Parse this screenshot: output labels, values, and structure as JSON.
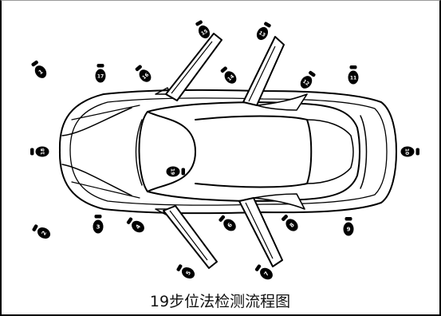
{
  "caption": "19步位法检测流程图",
  "diagram": {
    "subject": "car-top-view-with-open-doors",
    "steps": [
      {
        "label": "1"
      },
      {
        "label": "2"
      },
      {
        "label": "3"
      },
      {
        "label": "4"
      },
      {
        "label": "5"
      },
      {
        "label": "6"
      },
      {
        "label": "7"
      },
      {
        "label": "8"
      },
      {
        "label": "9"
      },
      {
        "label": "10"
      },
      {
        "label": "11"
      },
      {
        "label": "12"
      },
      {
        "label": "13"
      },
      {
        "label": "14"
      },
      {
        "label": "15"
      },
      {
        "label": "16"
      },
      {
        "label": "17"
      },
      {
        "label": "18"
      },
      {
        "label": "19"
      }
    ],
    "colors": {
      "ink": "#000000",
      "paper": "#ffffff"
    }
  }
}
